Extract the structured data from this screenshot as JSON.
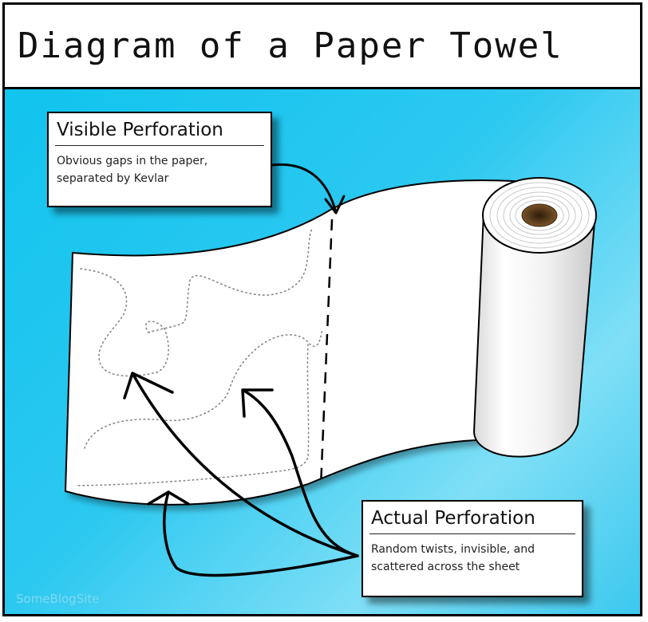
{
  "title": "Diagram of a Paper Towel",
  "callouts": {
    "visible": {
      "heading": "Visible Perforation",
      "line1": "Obvious gaps in the paper,",
      "line2": "separated by Kevlar"
    },
    "actual": {
      "heading": "Actual Perforation",
      "line1": "Random twists, invisible, and",
      "line2": "scattered across the sheet"
    }
  },
  "watermark": "SomeBlogSite",
  "colors": {
    "background_light": "#7fdff6",
    "background_main": "#11c4ee",
    "paper": "#ffffff",
    "outline": "#000000",
    "core": "#5a3b1a"
  }
}
